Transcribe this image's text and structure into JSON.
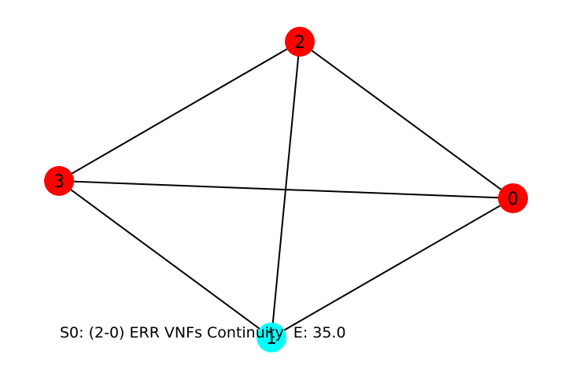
{
  "graph": {
    "nodes": [
      {
        "id": "0",
        "label": "0",
        "color": "#ff0000"
      },
      {
        "id": "1",
        "label": "1",
        "color": "#00ffff"
      },
      {
        "id": "2",
        "label": "2",
        "color": "#ff0000"
      },
      {
        "id": "3",
        "label": "3",
        "color": "#ff0000"
      }
    ],
    "edges": [
      {
        "source": "2",
        "target": "0"
      },
      {
        "source": "2",
        "target": "3"
      },
      {
        "source": "2",
        "target": "1"
      },
      {
        "source": "3",
        "target": "0"
      },
      {
        "source": "3",
        "target": "1"
      },
      {
        "source": "1",
        "target": "0"
      }
    ],
    "edge_color": "#000000"
  },
  "status": {
    "text": "S0: (2-0) ERR VNFs Continuity  E: 35.0"
  }
}
